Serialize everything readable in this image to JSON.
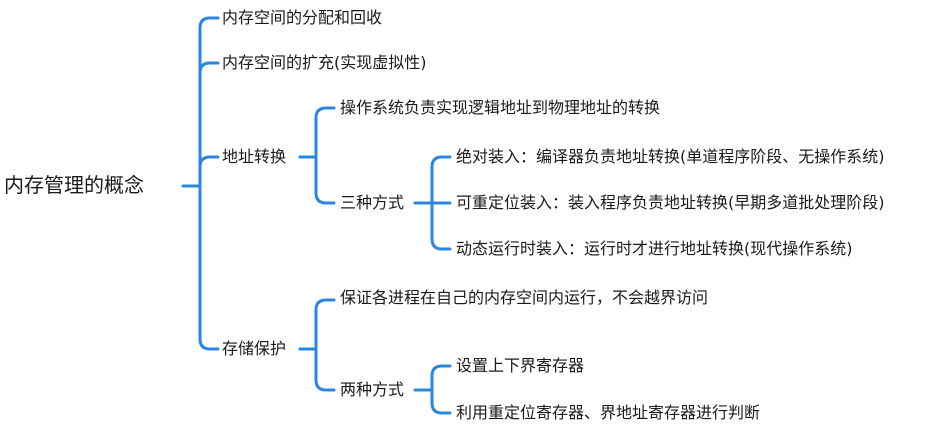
{
  "root": "内存管理的概念",
  "branches": {
    "alloc": "内存空间的分配和回收",
    "expand": "内存空间的扩充(实现虚拟性)",
    "addr": {
      "label": "地址转换",
      "desc": "操作系统负责实现逻辑地址到物理地址的转换",
      "methods": {
        "label": "三种方式",
        "items": [
          "绝对装入：编译器负责地址转换(单道程序阶段、无操作系统)",
          "可重定位装入：装入程序负责地址转换(早期多道批处理阶段)",
          "动态运行时装入：运行时才进行地址转换(现代操作系统)"
        ]
      }
    },
    "protect": {
      "label": "存储保护",
      "desc": "保证各进程在自己的内存空间内运行，不会越界访问",
      "methods": {
        "label": "两种方式",
        "items": [
          "设置上下界寄存器",
          "利用重定位寄存器、界地址寄存器进行判断"
        ]
      }
    }
  },
  "colors": {
    "connector": "#2b87de",
    "text": "#1a1a1a"
  }
}
